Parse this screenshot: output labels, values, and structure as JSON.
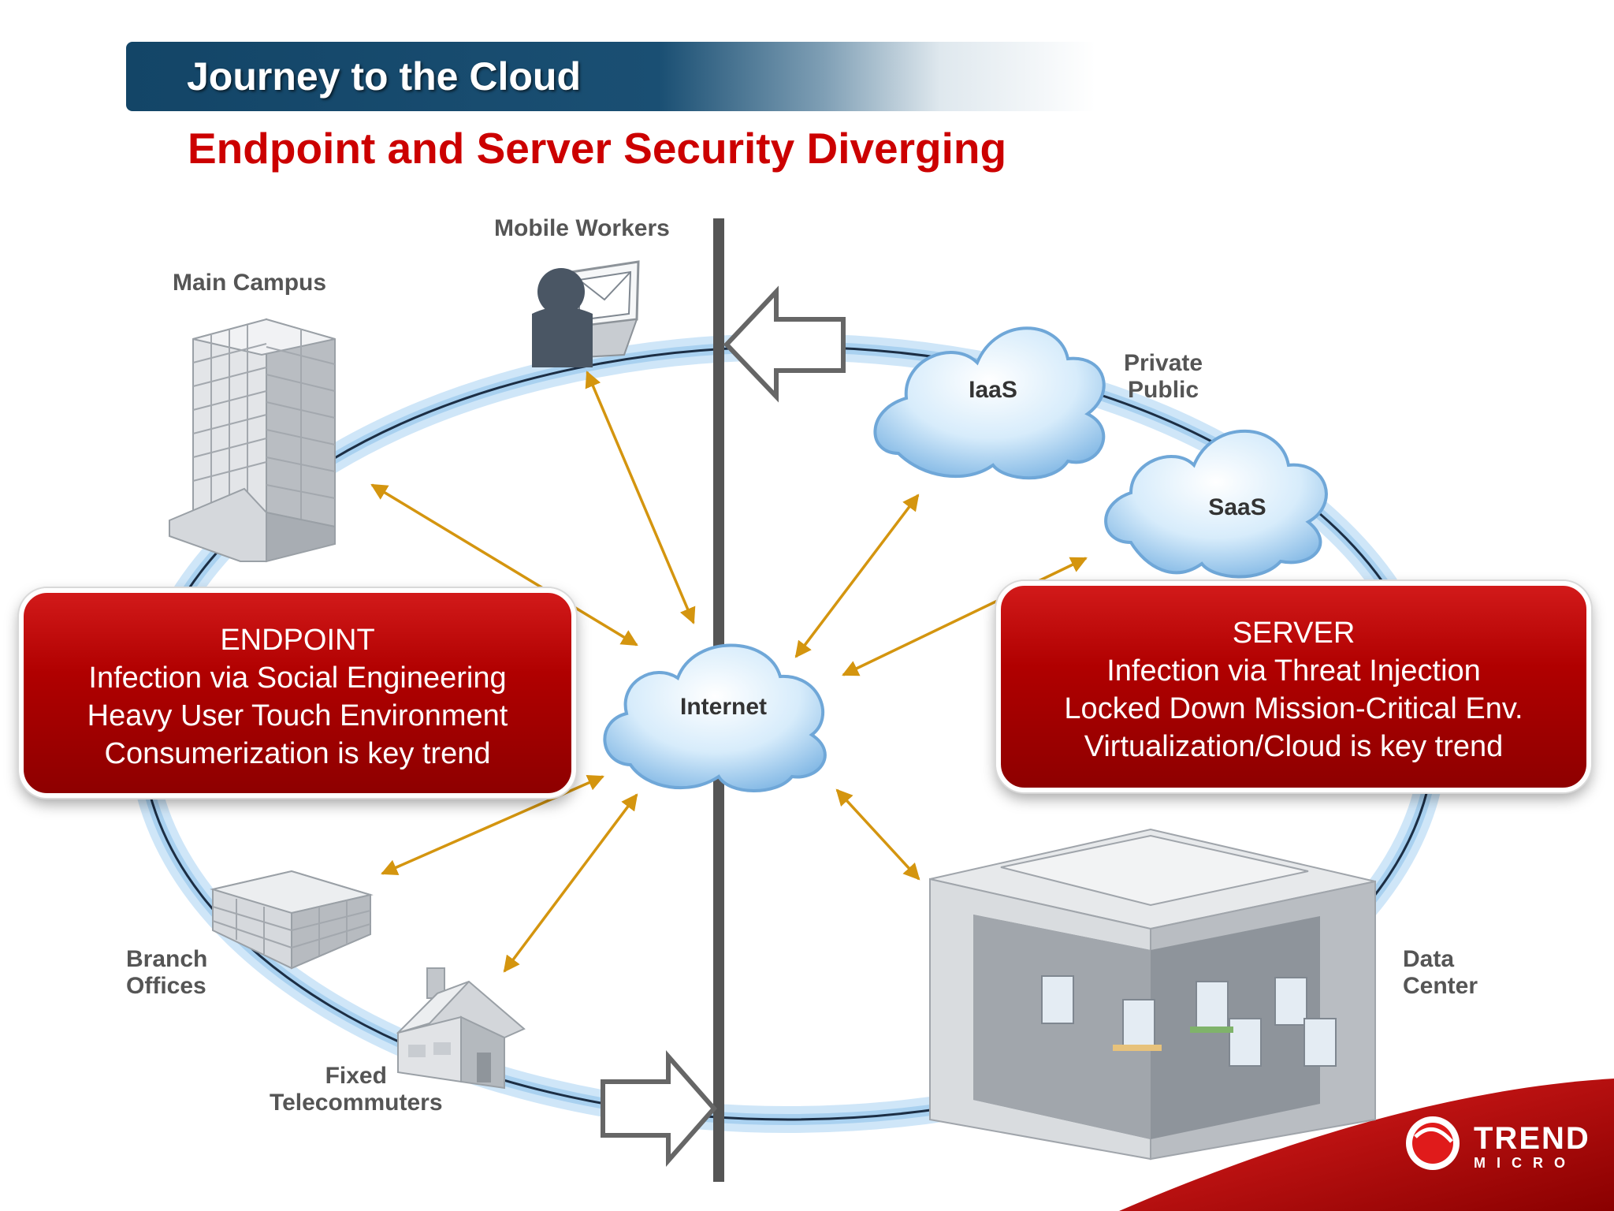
{
  "header": {
    "title": "Journey to the Cloud",
    "subtitle": "Endpoint and Server Security Diverging"
  },
  "labels": {
    "mobile_workers": "Mobile Workers",
    "main_campus": "Main Campus",
    "private": "Private",
    "public": "Public",
    "branch": "Branch",
    "offices": "Offices",
    "fixed": "Fixed",
    "telecommuters": "Telecommuters",
    "data": "Data",
    "center": "Center"
  },
  "clouds": {
    "iaas": "IaaS",
    "saas": "SaaS",
    "internet": "Internet"
  },
  "endpoint_box": {
    "heading": "ENDPOINT",
    "lines": [
      "Infection via Social Engineering",
      "Heavy User Touch Environment",
      "Consumerization is key trend"
    ]
  },
  "server_box": {
    "heading": "SERVER",
    "lines": [
      "Infection via Threat Injection",
      "Locked Down Mission-Critical Env.",
      "Virtualization/Cloud is key trend"
    ]
  },
  "logo": {
    "line1": "TREND",
    "line2": "MICRO"
  },
  "colors": {
    "banner": "#134567",
    "subtitle": "#cc0000",
    "connector_arrows": "#d4950f",
    "box_fill": "#b00000",
    "divider": "#555555"
  }
}
